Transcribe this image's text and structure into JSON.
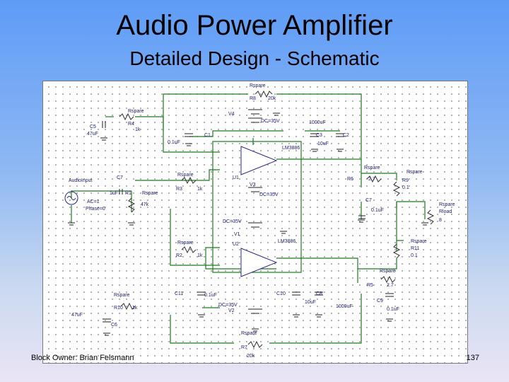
{
  "slide": {
    "title": "Audio Power Amplifier",
    "subtitle": "Detailed Design - Schematic",
    "footer_owner": "Block Owner: Brian Felsmann",
    "page_number": "137"
  },
  "schematic": {
    "labels": {
      "r_rspare_top": "Rspare",
      "r8": "R8",
      "r8_val": "20k",
      "r_rspare_r4": "Rspare",
      "r4": "R4",
      "r4_val": "1k",
      "c5": "C5",
      "c5_val": "47uF",
      "v4": "V4",
      "v4_val": "DC=35V",
      "c1": "C1",
      "c1_val": "0.1uF",
      "c3": "C3",
      "c3_val": "10uF",
      "c2": "C2",
      "c2_val": "1000uF",
      "u1": "U1",
      "lm3886_a": "LM3886",
      "audio_in": "AudioInput",
      "c_in": "C7",
      "c_in_val": "1uF",
      "r1": "R1",
      "r_rspare_r1": "Rspare",
      "r1_val": "47k",
      "r_rspare_r3": "Rspare",
      "r3": "R3",
      "r3_val": "1k",
      "ac_src": "AC=1",
      "phase": "Phase=0",
      "v3": "V3",
      "v3_val": "DC=35V",
      "r6": "R6",
      "r6_val": "2.7",
      "r_rspare_r6": "Rspare",
      "c7": "C7",
      "c7_val": "0.1uF",
      "r_rspare_r9": "Rspare",
      "r9": "R9",
      "r9_val": "0.1",
      "r_rload": "Rspare",
      "rload": "Rload",
      "rload_val": "8",
      "v_dc": "DC=35V",
      "v1": "V1",
      "u2": "U2",
      "lm3886_b": "LM3886",
      "r_rspare_r2": "Rspare",
      "r2": "R2",
      "r2_val": "1k",
      "r_rspare_r11": "Rspare",
      "r11": "R11",
      "r11_val": "0.1",
      "r5": "R5",
      "r5_val": "2.7",
      "r_rspare_r5": "Rspare",
      "c9": "C9",
      "c9_val": "0.1uF",
      "r_rspare_r10": "Rspare",
      "r10": "R10",
      "r10_val": "1k",
      "c11": "C11",
      "c11_val": "0.1uF",
      "v2": "V2",
      "v2_val": "DC=35V",
      "c10": "C10",
      "c10_val": "10uF",
      "c8": "C8",
      "c8_val": "1000uF",
      "c6": "C6",
      "c6_val": "47uF",
      "r_rspare_r7": "Rspare",
      "r7": "R7",
      "r7_val": "20k"
    }
  }
}
